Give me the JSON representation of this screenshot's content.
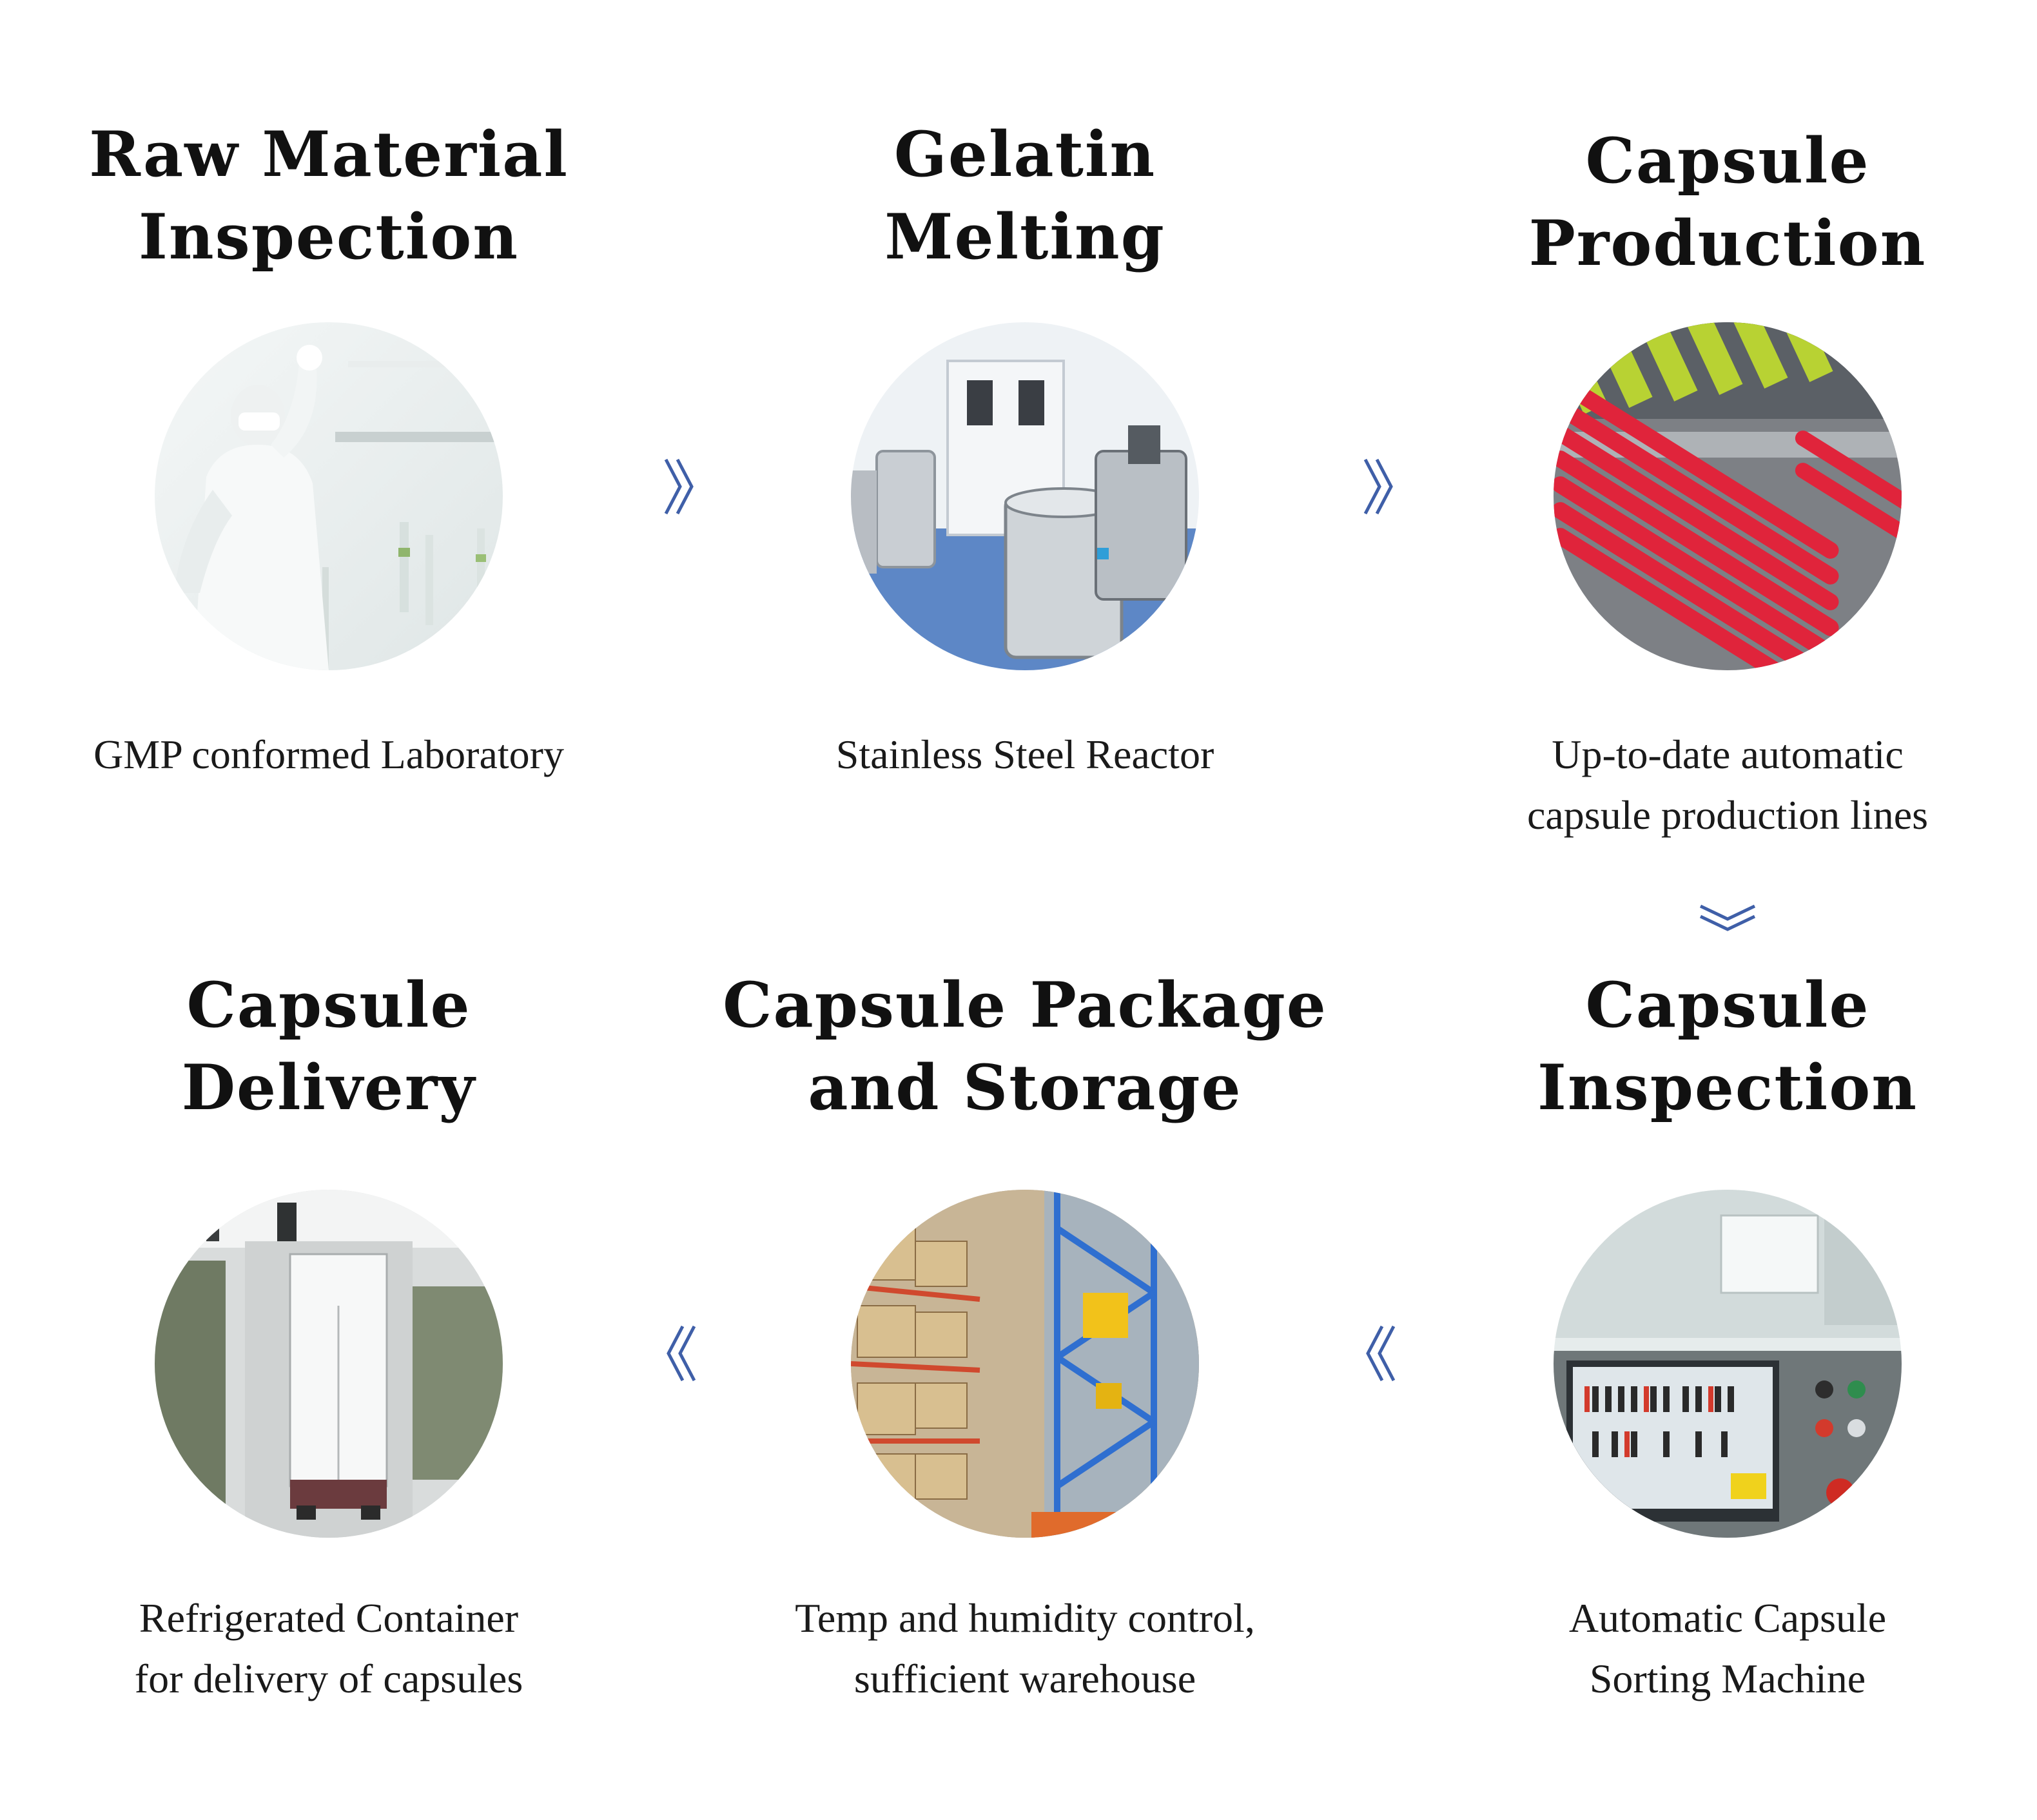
{
  "colors": {
    "title": "#111111",
    "caption": "#1a1a1a",
    "arrow": "#3f5fa8",
    "background": "#ffffff"
  },
  "steps": [
    {
      "title": "Raw Material\nInspection",
      "caption": "GMP conformed Laboratory",
      "photo": "laboratory-technician-photo"
    },
    {
      "title": "Gelatin\nMelting",
      "caption": "Stainless Steel Reactor",
      "photo": "stainless-steel-reactor-photo"
    },
    {
      "title": "Capsule\nProduction",
      "caption": "Up-to-date automatic\ncapsule production lines",
      "photo": "capsule-production-line-photo"
    },
    {
      "title": "Capsule\nInspection",
      "caption": "Automatic Capsule\nSorting Machine",
      "photo": "capsule-sorting-machine-photo"
    },
    {
      "title": "Capsule Package\nand Storage",
      "caption": "Temp and humidity control,\nsufficient warehouse",
      "photo": "warehouse-racks-photo"
    },
    {
      "title": "Capsule\nDelivery",
      "caption": "Refrigerated Container\nfor delivery of capsules",
      "photo": "refrigerated-truck-photo"
    }
  ],
  "arrows": [
    {
      "from": "Raw Material Inspection",
      "to": "Gelatin Melting",
      "icon": "double-chevron-right-icon"
    },
    {
      "from": "Gelatin Melting",
      "to": "Capsule Production",
      "icon": "double-chevron-right-icon"
    },
    {
      "from": "Capsule Production",
      "to": "Capsule Inspection",
      "icon": "double-chevron-down-icon"
    },
    {
      "from": "Capsule Inspection",
      "to": "Capsule Package and Storage",
      "icon": "double-chevron-left-icon"
    },
    {
      "from": "Capsule Package and Storage",
      "to": "Capsule Delivery",
      "icon": "double-chevron-left-icon"
    }
  ]
}
